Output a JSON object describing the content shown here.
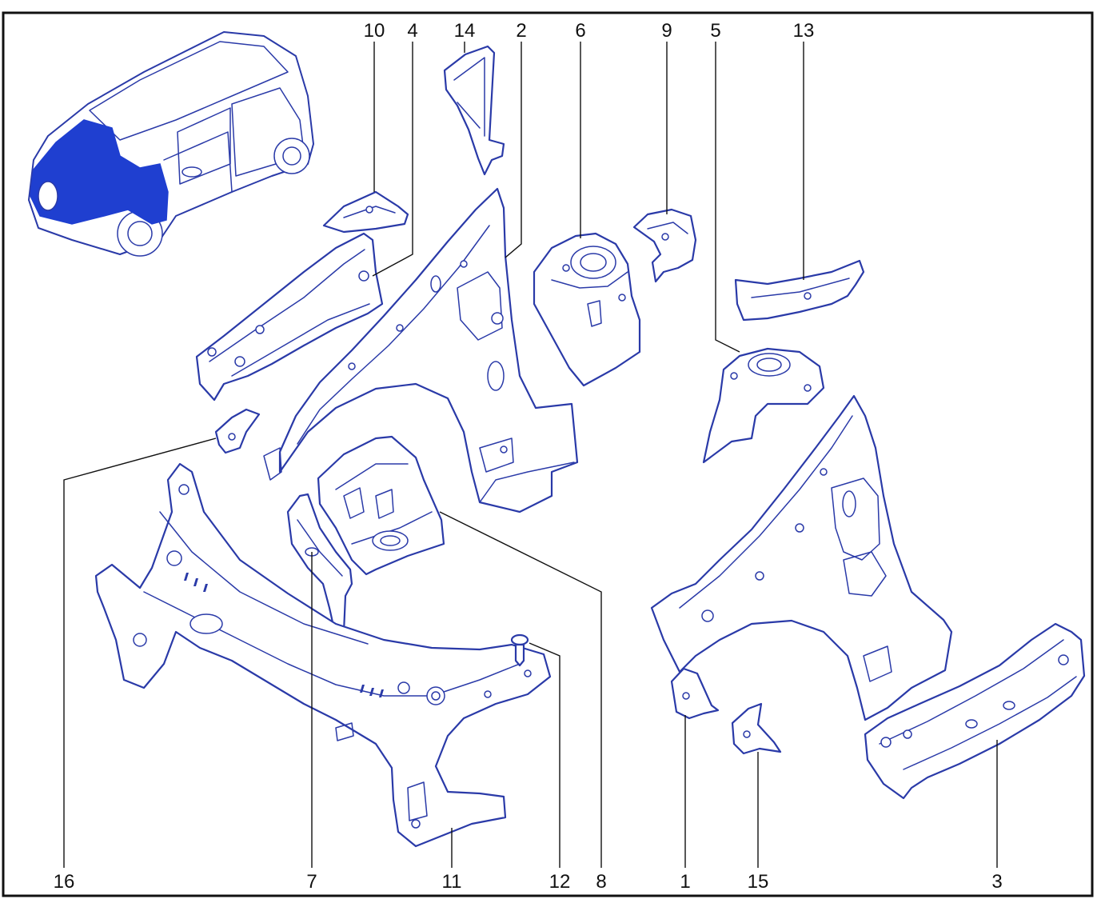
{
  "callouts": {
    "n1": "1",
    "n2": "2",
    "n3": "3",
    "n4": "4",
    "n5": "5",
    "n6": "6",
    "n7": "7",
    "n8": "8",
    "n9": "9",
    "n10": "10",
    "n11": "11",
    "n12": "12",
    "n13": "13",
    "n14": "14",
    "n15": "15",
    "n16": "16"
  },
  "colors": {
    "line_art": "#2a3aa8",
    "highlight": "#1f3fd0",
    "frame": "#111111"
  }
}
